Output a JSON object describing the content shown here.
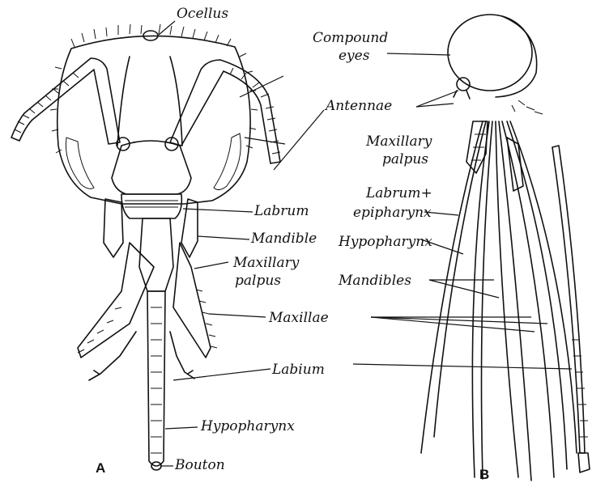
{
  "panels": {
    "a": "A",
    "b": "B"
  },
  "labels_a": {
    "ocellus": "Ocellus",
    "antennae": "Antennae",
    "labrum": "Labrum",
    "mandible": "Mandible",
    "maxillary_palpus_line1": "Maxillary",
    "maxillary_palpus_line2": "palpus",
    "maxillae": "Maxillae",
    "labium": "Labium",
    "hypopharynx": "Hypopharynx",
    "bouton": "Bouton"
  },
  "labels_b": {
    "compound_eyes_line1": "Compound",
    "compound_eyes_line2": "eyes",
    "maxillary_palpus_line1": "Maxillary",
    "maxillary_palpus_line2": "palpus",
    "labrum_epipharynx_line1": "Labrum+",
    "labrum_epipharynx_line2": "epipharynx",
    "hypopharynx": "Hypopharynx",
    "mandibles": "Mandibles"
  }
}
